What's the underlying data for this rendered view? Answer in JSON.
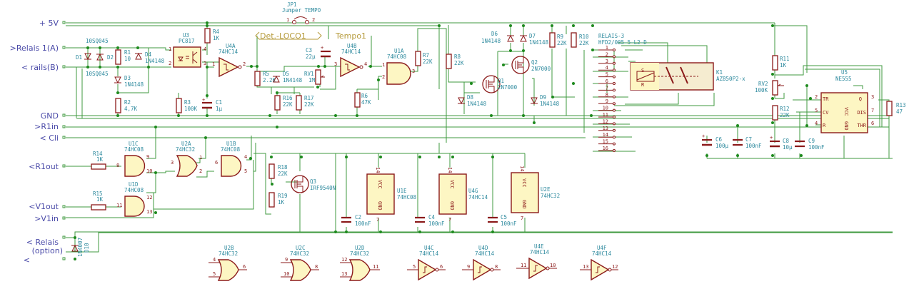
{
  "ports": {
    "vcc": "+ 5V",
    "relais1a": ">Relais 1(A)",
    "railsb": "< rails(B)",
    "gnd": "GND",
    "r1in": ">R1in",
    "cli": "< Cli",
    "r1out": "<R1out",
    "v1out": "<V1out",
    "v1in": ">V1in",
    "relais_opt1": "< Relais",
    "relais_opt2": "(option)",
    "relais_opt3": "<"
  },
  "global_labels": {
    "det": "Det.-LOCO1",
    "tempo": "Tempo1"
  },
  "jumper": {
    "ref": "JP1",
    "value": "Jumper TEMPO",
    "pin1": "1",
    "pin2": "2"
  },
  "components": {
    "D1": {
      "ref": "D1",
      "value": "10SQ045"
    },
    "D2": {
      "ref": "D2",
      "value": "10SQ045"
    },
    "R1": {
      "ref": "R1",
      "value": "10"
    },
    "D4": {
      "ref": "D4",
      "value": "1N4148"
    },
    "D3": {
      "ref": "D3",
      "value": "1N4148"
    },
    "R2": {
      "ref": "R2",
      "value": "4,7K"
    },
    "U3": {
      "ref": "U3",
      "value": "PC817"
    },
    "R4": {
      "ref": "R4",
      "value": "1K"
    },
    "R3": {
      "ref": "R3",
      "value": "100K"
    },
    "C1": {
      "ref": "C1",
      "value": "1µ"
    },
    "U4A": {
      "ref": "U4A",
      "value": "74HC14"
    },
    "R5": {
      "ref": "R5",
      "value": "2.2K"
    },
    "D5": {
      "ref": "D5",
      "value": "1N4148"
    },
    "RV1": {
      "ref": "RV1",
      "value": "1M"
    },
    "C3": {
      "ref": "C3",
      "value": "22µ"
    },
    "R16": {
      "ref": "R16",
      "value": "22K"
    },
    "R17": {
      "ref": "R17",
      "value": "22K"
    },
    "U4B": {
      "ref": "U4B",
      "value": "74HC14"
    },
    "U1A": {
      "ref": "U1A",
      "value": "74HC08"
    },
    "R6": {
      "ref": "R6",
      "value": "47K"
    },
    "R7": {
      "ref": "R7",
      "value": "22K"
    },
    "R8": {
      "ref": "R8",
      "value": "22K"
    },
    "D6": {
      "ref": "D6",
      "value": "1N4148"
    },
    "D7": {
      "ref": "D7",
      "value": "1N4148"
    },
    "Q1": {
      "ref": "Q1",
      "value": "2N7000"
    },
    "Q2": {
      "ref": "Q2",
      "value": "2N7000"
    },
    "D8": {
      "ref": "D8",
      "value": "1N4148"
    },
    "D9": {
      "ref": "D9",
      "value": "1N4148"
    },
    "R9": {
      "ref": "R9",
      "value": "22K"
    },
    "R10": {
      "ref": "R10",
      "value": "22K"
    },
    "RELAIS": {
      "ref": "RELAIS-3",
      "value": "HFD2/005-5-L2-D"
    },
    "K1": {
      "ref": "K1",
      "value": "AZ850P2-x"
    },
    "R11": {
      "ref": "R11",
      "value": "1K"
    },
    "RV2": {
      "ref": "RV2",
      "value": "100K"
    },
    "R12": {
      "ref": "R12",
      "value": "22K"
    },
    "U5": {
      "ref": "U5",
      "value": "NE555"
    },
    "R13": {
      "ref": "R13",
      "value": "47"
    },
    "C6": {
      "ref": "C6",
      "value": "100µ"
    },
    "C7": {
      "ref": "C7",
      "value": "100nF"
    },
    "C8": {
      "ref": "C8",
      "value": "10µ"
    },
    "C9": {
      "ref": "C9",
      "value": "100nF"
    },
    "U1C": {
      "ref": "U1C",
      "value": "74HC08"
    },
    "U2A": {
      "ref": "U2A",
      "value": "74HC32"
    },
    "U1B": {
      "ref": "U1B",
      "value": "74HC08"
    },
    "U1D": {
      "ref": "U1D",
      "value": "74HC08"
    },
    "R14": {
      "ref": "R14",
      "value": "1K"
    },
    "R15": {
      "ref": "R15",
      "value": "1K"
    },
    "R18": {
      "ref": "R18",
      "value": "22K"
    },
    "R19": {
      "ref": "R19",
      "value": "1K"
    },
    "Q3": {
      "ref": "Q3",
      "value": "IRF9540N"
    },
    "C2": {
      "ref": "C2",
      "value": "100nF"
    },
    "U1E": {
      "ref": "U1E",
      "value": "74HC08"
    },
    "C4": {
      "ref": "C4",
      "value": "100nF"
    },
    "U4G": {
      "ref": "U4G",
      "value": "74HC14"
    },
    "C5": {
      "ref": "C5",
      "value": "100nF"
    },
    "U2E": {
      "ref": "U2E",
      "value": "74HC32"
    },
    "D10": {
      "ref": "D10",
      "value": "1N4007"
    },
    "U2B": {
      "ref": "U2B",
      "value": "74HC32"
    },
    "U2C": {
      "ref": "U2C",
      "value": "74HC32"
    },
    "U2D": {
      "ref": "U2D",
      "value": "74HC32"
    },
    "U4C": {
      "ref": "U4C",
      "value": "74HC14"
    },
    "U4D": {
      "ref": "U4D",
      "value": "74HC14"
    },
    "U4E": {
      "ref": "U4E",
      "value": "74HC14"
    },
    "U4F": {
      "ref": "U4F",
      "value": "74HC14"
    }
  },
  "connector_pins": [
    "1",
    "2",
    "3",
    "4",
    "5",
    "6",
    "7",
    "8",
    "9",
    "10",
    "11",
    "12",
    "13",
    "14",
    "15",
    "16"
  ],
  "ne555_pins": {
    "tr": "TR",
    "cv": "CV",
    "r": "R",
    "vcc": "VCC",
    "gnd": "GND",
    "q": "Q",
    "dis": "DIS",
    "thr": "THR"
  },
  "power_labels": {
    "vcc": "VCC",
    "gnd": "GND"
  }
}
